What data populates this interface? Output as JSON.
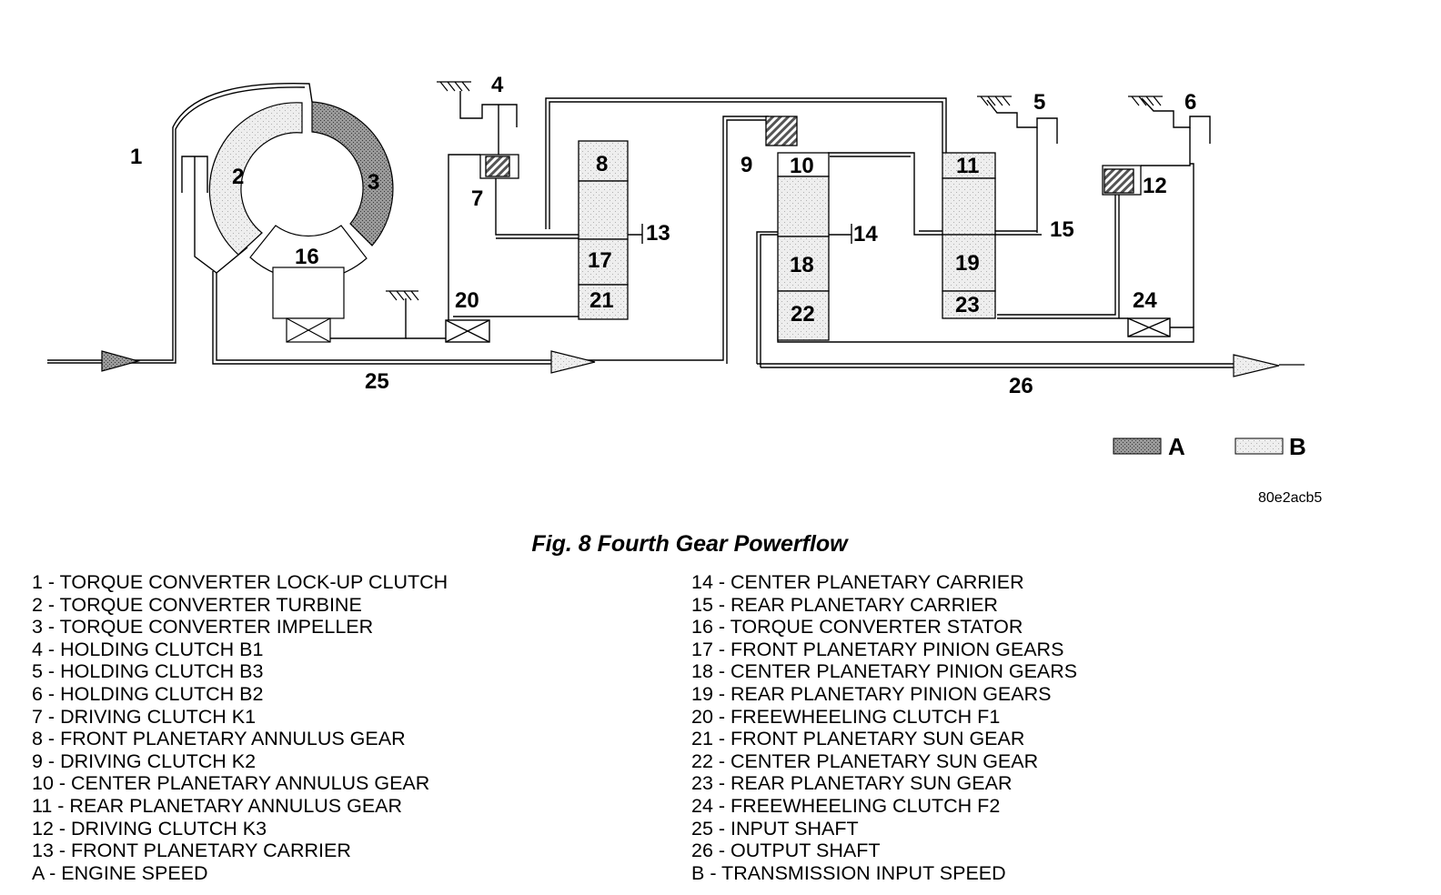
{
  "figure": {
    "caption": "Fig. 8 Fourth Gear Powerflow",
    "reference_code": "80e2acb5"
  },
  "callouts": {
    "c1": "1",
    "c2": "2",
    "c3": "3",
    "c4": "4",
    "c5": "5",
    "c6": "6",
    "c7": "7",
    "c8": "8",
    "c9": "9",
    "c10": "10",
    "c11": "11",
    "c12": "12",
    "c13": "13",
    "c14": "14",
    "c15": "15",
    "c16": "16",
    "c17": "17",
    "c18": "18",
    "c19": "19",
    "c20": "20",
    "c21": "21",
    "c22": "22",
    "c23": "23",
    "c24": "24",
    "c25": "25",
    "c26": "26"
  },
  "shading_legend": {
    "a_label": "A",
    "b_label": "B"
  },
  "legend_left": [
    "1 - TORQUE CONVERTER LOCK-UP CLUTCH",
    "2 - TORQUE CONVERTER TURBINE",
    "3 - TORQUE CONVERTER IMPELLER",
    "4 - HOLDING CLUTCH B1",
    "5 - HOLDING CLUTCH B3",
    "6 - HOLDING CLUTCH B2",
    "7 - DRIVING CLUTCH K1",
    "8 - FRONT PLANETARY ANNULUS GEAR",
    "9 - DRIVING CLUTCH K2",
    "10 - CENTER PLANETARY ANNULUS GEAR",
    "11 - REAR PLANETARY ANNULUS GEAR",
    "12 - DRIVING CLUTCH K3",
    "13 - FRONT PLANETARY CARRIER",
    "A - ENGINE SPEED"
  ],
  "legend_right": [
    "14 - CENTER PLANETARY CARRIER",
    "15 - REAR PLANETARY CARRIER",
    "16 - TORQUE CONVERTER STATOR",
    "17 - FRONT PLANETARY PINION GEARS",
    "18 - CENTER PLANETARY PINION GEARS",
    "19 - REAR PLANETARY PINION GEARS",
    "20 - FREEWHEELING CLUTCH F1",
    "21 - FRONT PLANETARY SUN GEAR",
    "22 - CENTER PLANETARY SUN GEAR",
    "23 - REAR PLANETARY SUN GEAR",
    "24 - FREEWHEELING CLUTCH F2",
    "25 - INPUT SHAFT",
    "26 - OUTPUT SHAFT",
    "B - TRANSMISSION INPUT SPEED"
  ],
  "colors": {
    "line": "#000000",
    "shade_a": "#8c8c8c",
    "shade_b": "#e2e2e2",
    "background": "#ffffff"
  }
}
